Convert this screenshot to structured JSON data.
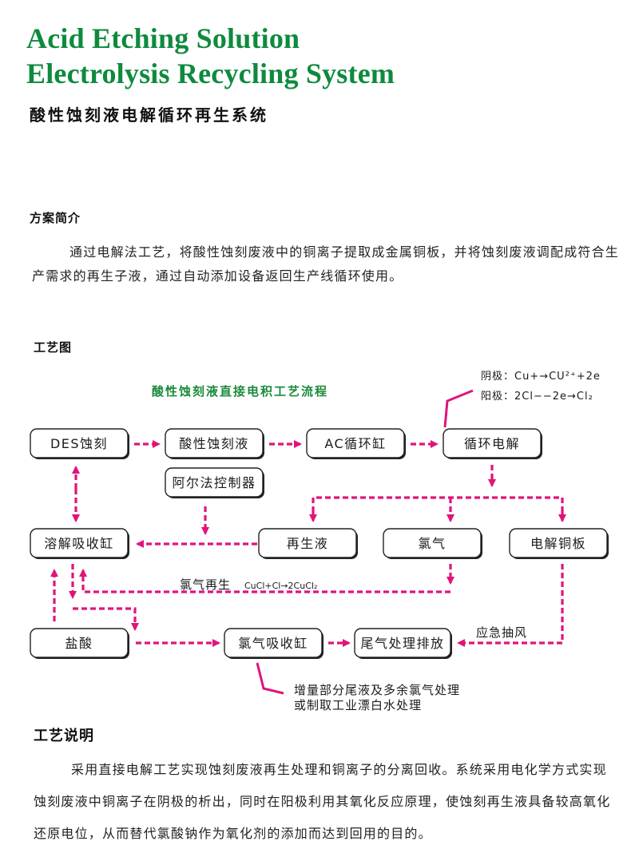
{
  "header": {
    "title_en_line1": "Acid Etching Solution",
    "title_en_line2": "Electrolysis Recycling System",
    "title_cn": "酸性蚀刻液电解循环再生系统"
  },
  "intro": {
    "heading": "方案简介",
    "text": "通过电解法工艺，将酸性蚀刻废液中的铜离子提取成金属铜板，并将蚀刻废液调配成符合生产需求的再生子液，通过自动添加设备返回生产线循环使用。"
  },
  "diagram": {
    "heading": "工艺图",
    "flow_title": "酸性蚀刻液直接电积工艺流程",
    "cathode_note": "阴极：Cu+→CU²⁺+2e",
    "anode_note": "阳极：2Cl−−2e→Cl₂",
    "boxes": {
      "des_etching": "DES蚀刻",
      "acid_etchant": "酸性蚀刻液",
      "ac_tank": "AC循环缸",
      "circulating_electrolysis": "循环电解",
      "alpha_controller": "阿尔法控制器",
      "dissolution_tank": "溶解吸收缸",
      "regenerated_liquid": "再生液",
      "chlorine": "氯气",
      "copper_plate": "电解铜板",
      "hydrochloric_acid": "盐酸",
      "chlorine_absorption_tank": "氯气吸收缸",
      "tail_gas_discharge": "尾气处理排放"
    },
    "chlorine_regen_label": "氯气再生",
    "chlorine_regen_formula": "CuCl+Cl→2CuCl₂",
    "emergency_exhaust_label": "应急抽风",
    "excess_note_line1": "增量部分尾液及多余氯气处理",
    "excess_note_line2": "或制取工业漂白水处理",
    "colors": {
      "flow_line": "#e0147a",
      "title_green": "#0e8a3e"
    }
  },
  "description": {
    "heading": "工艺说明",
    "text": "采用直接电解工艺实现蚀刻废液再生处理和铜离子的分离回收。系统采用电化学方式实现蚀刻废液中铜离子在阴极的析出，同时在阳极利用其氧化反应原理，使蚀刻再生液具备较高氧化还原电位，从而替代氯酸钠作为氧化剂的添加而达到回用的目的。"
  }
}
